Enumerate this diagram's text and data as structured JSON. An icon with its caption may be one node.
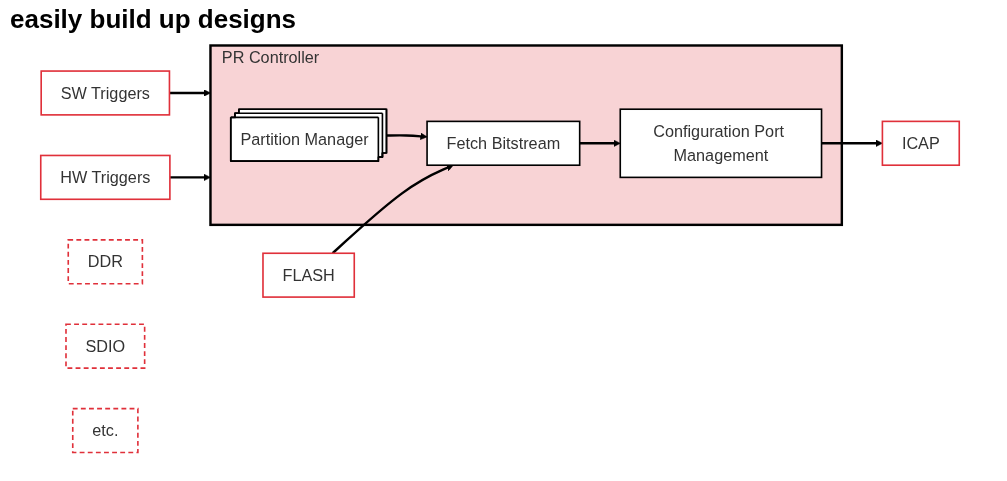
{
  "diagram": {
    "title": "easily build up designs",
    "nodes": [
      {
        "text": [
          "ICAP"
        ]
      },
      {
        "text": [
          "SW Triggers"
        ]
      },
      {
        "text": [
          "HW Triggers"
        ]
      },
      {
        "text": [
          "PR Controller"
        ]
      },
      {
        "text": [
          "Configuration Port Management"
        ],
        "in": 3
      },
      {
        "text": [
          "Partition Manager"
        ],
        "in": 3
      },
      {
        "text": [
          "Fetch Bitstream"
        ],
        "in": 3
      },
      {
        "text": [
          "DDR"
        ]
      },
      {
        "text": [
          "SDIO"
        ]
      },
      {
        "text": [
          "FLASH"
        ]
      },
      {
        "text": [
          "etc."
        ]
      }
    ],
    "edges": [
      {
        "from": 1,
        "to": 3,
        "arrow": "to"
      },
      {
        "from": 2,
        "to": 3,
        "arrow": "to"
      },
      {
        "from": 5,
        "to": 6,
        "arrow": "to"
      },
      {
        "from": 6,
        "to": 4,
        "arrow": "to"
      },
      {
        "from": 4,
        "to": 0,
        "arrow": "to"
      },
      {
        "from": 9,
        "to": 6,
        "arrow": "to"
      }
    ]
  }
}
